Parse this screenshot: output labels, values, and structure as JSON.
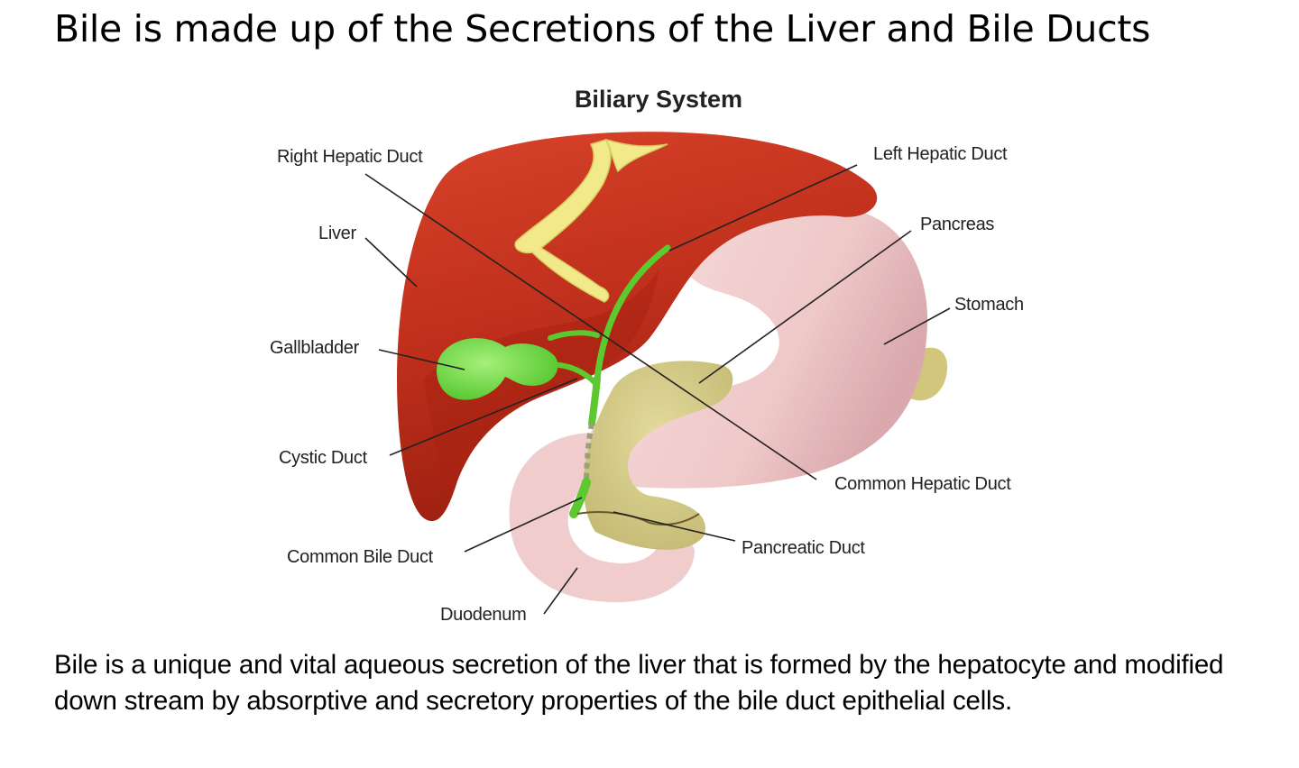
{
  "slide": {
    "title": "Bile is made up of the Secretions of the Liver and Bile Ducts",
    "caption": "Bile is a unique and vital aqueous secretion of the liver that is formed by the hepatocyte and modified down stream by absorptive and secretory properties of the bile duct epithelial cells."
  },
  "figure": {
    "title": "Biliary System",
    "labels": {
      "right_hepatic_duct": "Right Hepatic Duct",
      "left_hepatic_duct": "Left Hepatic Duct",
      "liver": "Liver",
      "pancreas": "Pancreas",
      "stomach": "Stomach",
      "gallbladder": "Gallbladder",
      "cystic_duct": "Cystic Duct",
      "common_hepatic_duct": "Common Hepatic Duct",
      "common_bile_duct": "Common Bile Duct",
      "pancreatic_duct": "Pancreatic Duct",
      "duodenum": "Duodenum"
    },
    "colors": {
      "liver": "#c0301c",
      "liver_dark": "#8e1a0c",
      "stomach": "#f1cfcf",
      "gallbladder": "#7ee04a",
      "pancreas": "#d8cf8e",
      "ligament": "#f2e98a"
    }
  }
}
